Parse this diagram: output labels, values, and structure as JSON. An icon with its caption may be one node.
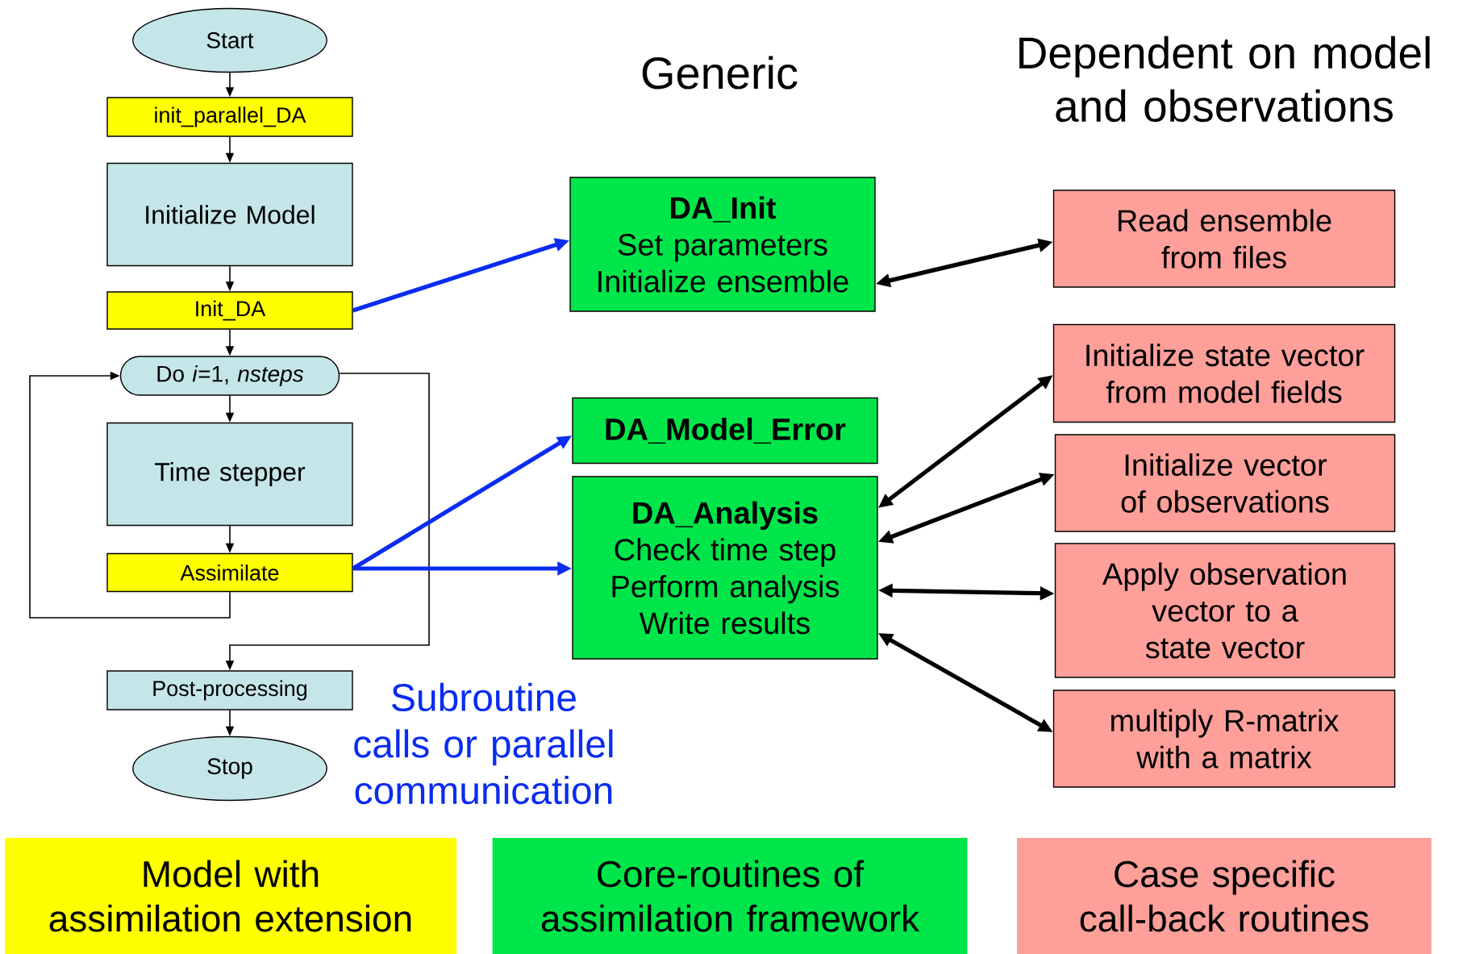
{
  "diagram": {
    "nodes": [
      {
        "text": [
          "Start"
        ]
      },
      {
        "text": [
          "init_parallel_DA"
        ]
      },
      {
        "text": [
          "Initialize Model"
        ]
      },
      {
        "text": [
          "Init_DA"
        ]
      },
      {
        "text": [
          "Do *i*=1, *nsteps*"
        ]
      },
      {
        "text": [
          "Time stepper"
        ]
      },
      {
        "text": [
          "Assimilate"
        ]
      },
      {
        "text": [
          "Post-processing"
        ]
      },
      {
        "text": [
          "Stop"
        ]
      },
      {
        "text": [
          "DA_Init",
          "Set parameters",
          "Initialize ensemble"
        ]
      },
      {
        "text": [
          "DA_Model_Error"
        ]
      },
      {
        "text": [
          "DA_Analysis",
          "Check time step",
          "Perform analysis",
          "Write results"
        ]
      },
      {
        "text": [
          "Read ensemble from files"
        ]
      },
      {
        "text": [
          "Initialize state vector from model fields"
        ]
      },
      {
        "text": [
          "Initialize vector of observations"
        ]
      },
      {
        "text": [
          "Apply observation vector to a state vector"
        ]
      },
      {
        "text": [
          "multiply R-matrix with a matrix"
        ]
      },
      {
        "text": [
          "Model with assimilation extension"
        ]
      },
      {
        "text": [
          "Core-routines of assimilation framework"
        ]
      },
      {
        "text": [
          "Case specific call-back routines"
        ]
      }
    ],
    "edges": [
      {
        "from": 0,
        "to": 1,
        "arrow": "to"
      },
      {
        "from": 1,
        "to": 2,
        "arrow": "to"
      },
      {
        "from": 2,
        "to": 3,
        "arrow": "to"
      },
      {
        "from": 3,
        "to": 4,
        "arrow": "to"
      },
      {
        "from": 4,
        "to": 5,
        "arrow": "to"
      },
      {
        "from": 5,
        "to": 6,
        "arrow": "to"
      },
      {
        "from": 6,
        "to": 4,
        "arrow": "to"
      },
      {
        "from": 4,
        "to": 7,
        "arrow": "to"
      },
      {
        "from": 7,
        "to": 8,
        "arrow": "to"
      },
      {
        "from": 3,
        "to": 9,
        "arrow": "to",
        "style": "thick",
        "color": "#0a2cf0"
      },
      {
        "from": 6,
        "to": 10,
        "arrow": "to",
        "style": "thick",
        "color": "#0a2cf0"
      },
      {
        "from": 6,
        "to": 11,
        "arrow": "to",
        "style": "thick",
        "color": "#0a2cf0"
      },
      {
        "from": 9,
        "to": 12,
        "arrow": "both",
        "style": "thick"
      },
      {
        "from": 11,
        "to": 13,
        "arrow": "both",
        "style": "thick"
      },
      {
        "from": 11,
        "to": 14,
        "arrow": "both",
        "style": "thick"
      },
      {
        "from": 11,
        "to": 15,
        "arrow": "both",
        "style": "thick"
      },
      {
        "from": 11,
        "to": 16,
        "arrow": "both",
        "style": "thick"
      }
    ],
    "labels": [
      "Generic",
      "Dependent on model and observations",
      "Subroutine calls or parallel communication"
    ]
  }
}
